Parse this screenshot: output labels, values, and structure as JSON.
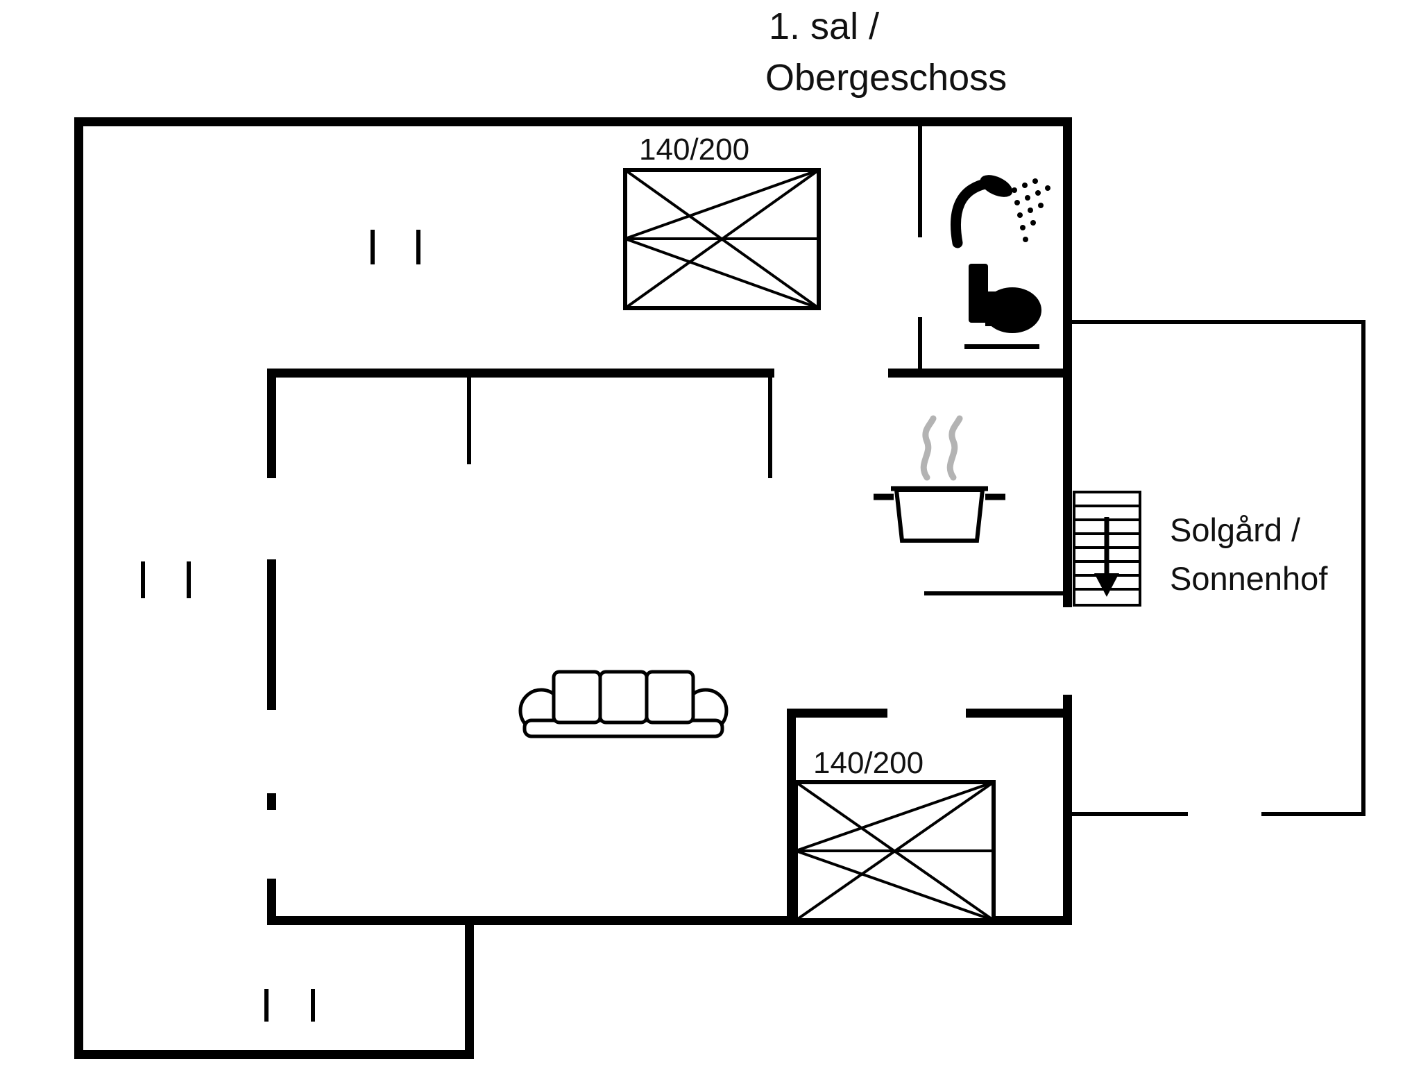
{
  "title": {
    "line1": "1. sal /",
    "line2": "Obergeschoss"
  },
  "beds": {
    "upper_label": "140/200",
    "lower_label": "140/200"
  },
  "courtyard": {
    "line1": "Solgård /",
    "line2": "Sonnenhof"
  },
  "colors": {
    "wall": "#000000",
    "steam": "#b3b3b3",
    "background": "#ffffff",
    "text": "#111111"
  },
  "icons": {
    "shower": "shower-head-icon",
    "toilet": "toilet-icon",
    "stove": "cooking-pot-icon",
    "steam": "steam-icon",
    "sofa": "sofa-icon",
    "stairs": "staircase-down-icon",
    "stairs_arrow": "down-arrow-icon",
    "bed_upper": "double-bed-icon",
    "bed_lower": "double-bed-icon",
    "window_marks": "window-mark-icon"
  }
}
